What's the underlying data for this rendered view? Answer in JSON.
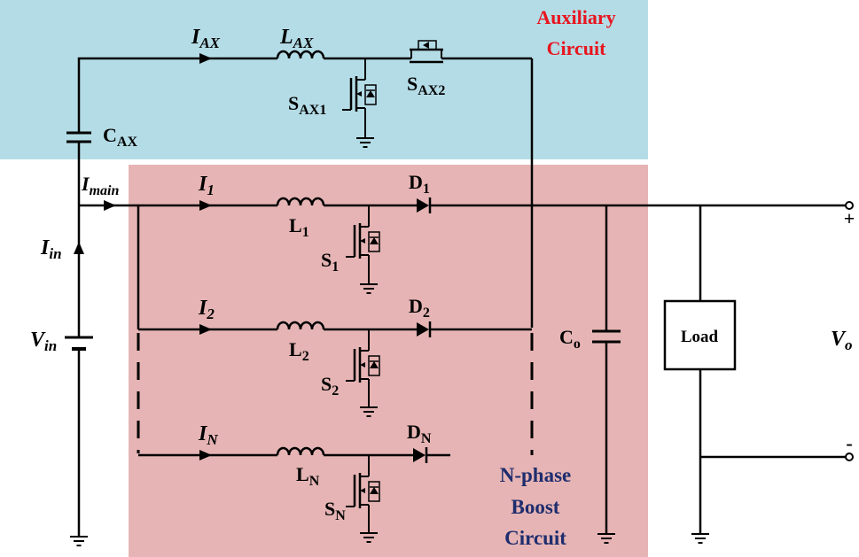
{
  "colors": {
    "auxiliary_region": "#b4dce6",
    "boost_region": "#e6b4b4",
    "auxiliary_title": "#e8141e",
    "boost_title": "#1e2d6e",
    "wire": "#000000"
  },
  "regions": {
    "auxiliary_title_1": "Auxiliary",
    "auxiliary_title_2": "Circuit",
    "boost_title_1": "N-phase",
    "boost_title_2": "Boost",
    "boost_title_3": "Circuit"
  },
  "auxiliary": {
    "current_main": "I",
    "current_sub": "AX",
    "inductor_main": "L",
    "inductor_sub": "AX",
    "switch1_main": "S",
    "switch1_sub": "AX1",
    "switch2_main": "S",
    "switch2_sub": "AX2",
    "capacitor_main": "C",
    "capacitor_sub": "AX"
  },
  "input": {
    "imain_main": "I",
    "imain_sub": "main",
    "iin_main": "I",
    "iin_sub": "in",
    "vin_main": "V",
    "vin_sub": "in"
  },
  "phases": [
    {
      "current_main": "I",
      "current_sub": "1",
      "inductor_main": "L",
      "inductor_sub": "1",
      "diode_main": "D",
      "diode_sub": "1",
      "switch_main": "S",
      "switch_sub": "1"
    },
    {
      "current_main": "I",
      "current_sub": "2",
      "inductor_main": "L",
      "inductor_sub": "2",
      "diode_main": "D",
      "diode_sub": "2",
      "switch_main": "S",
      "switch_sub": "2"
    },
    {
      "current_main": "I",
      "current_sub": "N",
      "inductor_main": "L",
      "inductor_sub": "N",
      "diode_main": "D",
      "diode_sub": "N",
      "switch_main": "S",
      "switch_sub": "N"
    }
  ],
  "output": {
    "capacitor_main": "C",
    "capacitor_sub": "o",
    "load_label": "Load",
    "vo_main": "V",
    "vo_sub": "o",
    "plus_sign": "+",
    "minus_sign": "-"
  }
}
